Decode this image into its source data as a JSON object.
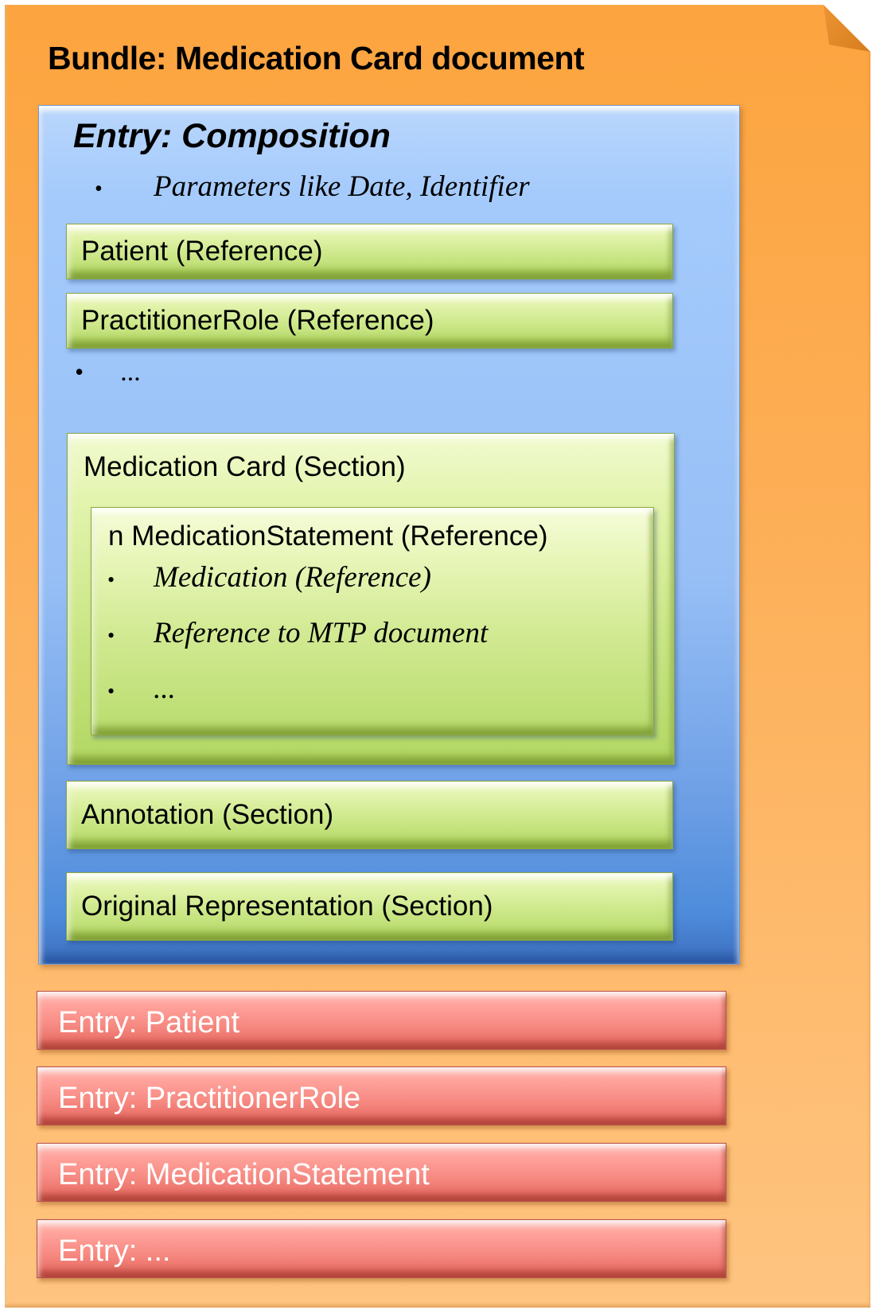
{
  "page": {
    "title": "Bundle: Medication Card document",
    "bullet_glyph": "•"
  },
  "composition": {
    "title": "Entry: Composition",
    "parameters_bullet": "Parameters like Date, Identifier",
    "reference_bars": [
      "Patient (Reference)",
      "PractitionerRole (Reference)"
    ],
    "ellipsis_bullet": "...",
    "medication_card_section": {
      "title": "Medication Card (Section)",
      "medication_statement": {
        "title": "n MedicationStatement (Reference)",
        "bullets": [
          "Medication (Reference)",
          "Reference to MTP document",
          "..."
        ]
      }
    },
    "section_bars": [
      "Annotation (Section)",
      "Original Representation (Section)"
    ]
  },
  "entry_bars": [
    "Entry: Patient",
    "Entry: PractitionerRole",
    "Entry: MedicationStatement",
    "Entry: ..."
  ],
  "colors": {
    "page_orange_top": "#FCA440",
    "page_orange_bottom": "#FEC480",
    "fold_orange": "#D67D1E",
    "blue_top": "#A5CBFC",
    "blue_bottom": "#4E8CDB",
    "green_top": "#F2FBD1",
    "green_bottom": "#B2D763",
    "red_top": "#FFA49D",
    "red_bottom": "#E4655D",
    "bar_text_black": "#000000",
    "entry_text_white": "#FFFFFF"
  }
}
